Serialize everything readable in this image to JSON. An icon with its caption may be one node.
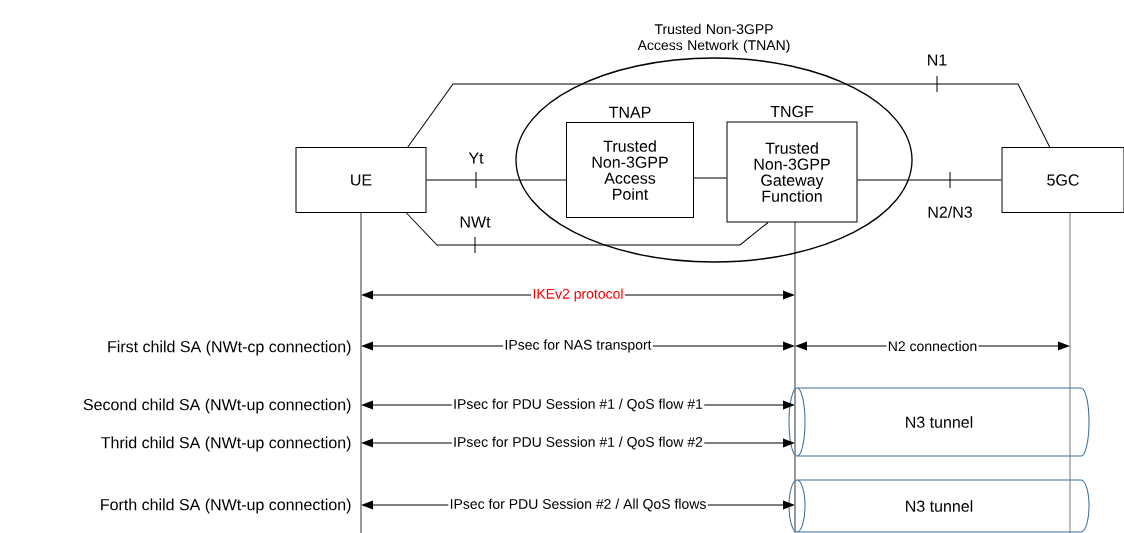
{
  "diagram": {
    "nodes": [
      {
        "text": [
          "Trusted Non-3GPP Access Network (TNAN)"
        ]
      },
      {
        "text": [
          "UE"
        ]
      },
      {
        "text": [
          "TNAP",
          "Trusted Non-3GPP Access Point"
        ],
        "in": 0
      },
      {
        "text": [
          "TNGF",
          "Trusted Non-3GPP Gateway Function"
        ]
      },
      {
        "text": [
          "5GC"
        ]
      },
      {
        "text": [
          "N3 tunnel"
        ]
      },
      {
        "text": [
          "N3 tunnel"
        ]
      }
    ],
    "edges": [
      {
        "from": 1,
        "to": 2,
        "arrow": "none",
        "label": "Yt"
      },
      {
        "from": 2,
        "to": 3,
        "arrow": "none"
      },
      {
        "from": 3,
        "to": 4,
        "arrow": "none",
        "label": "N2/N3"
      },
      {
        "from": 1,
        "to": 4,
        "arrow": "none",
        "label": "N1"
      },
      {
        "from": 1,
        "to": 3,
        "arrow": "none",
        "label": "NWt"
      },
      {
        "from": 1,
        "to": 3,
        "arrow": "both",
        "label": "IKEv2 protocol"
      },
      {
        "from": 1,
        "to": 3,
        "arrow": "both",
        "label": "IPsec for NAS transport"
      },
      {
        "from": 3,
        "to": 4,
        "arrow": "both",
        "label": "N2 connection"
      },
      {
        "from": 1,
        "to": 3,
        "arrow": "both",
        "label": "IPsec for PDU Session #1 / QoS flow #1"
      },
      {
        "from": 1,
        "to": 3,
        "arrow": "both",
        "label": "IPsec for PDU Session #1 / QoS flow #2"
      },
      {
        "from": 1,
        "to": 3,
        "arrow": "both",
        "label": "IPsec for PDU Session #2 / All QoS flows"
      }
    ],
    "labels": [
      "First child SA (NWt-cp connection)",
      "Second child SA (NWt-up connection)",
      "Thrid child SA (NWt-up connection)",
      "Forth child SA (NWt-up connection)"
    ]
  }
}
